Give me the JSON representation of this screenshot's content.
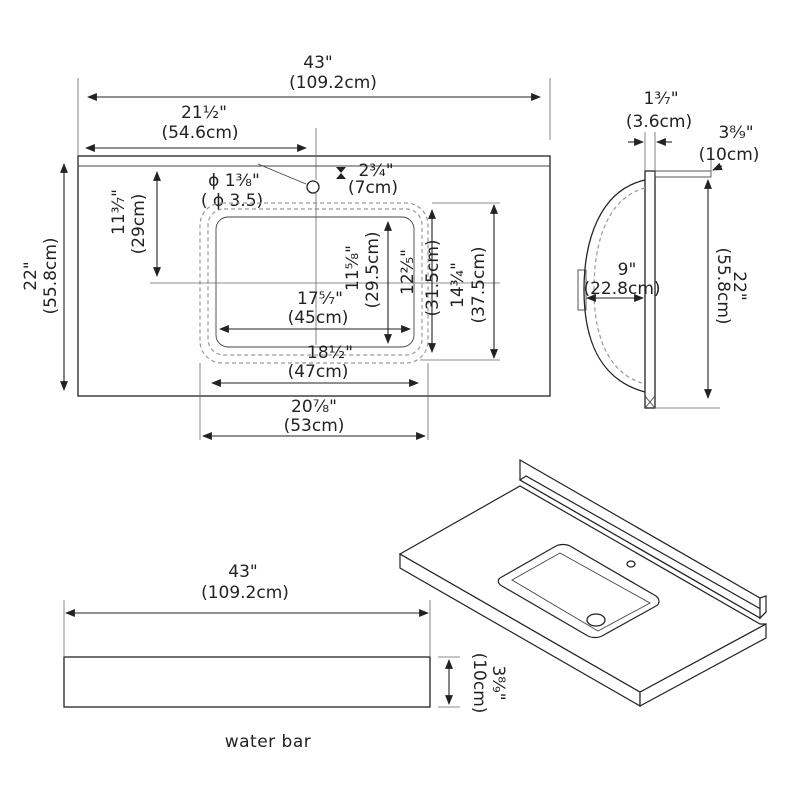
{
  "top_view": {
    "overall_width": {
      "imperial": "43\"",
      "metric": "(109.2cm)"
    },
    "faucet_offset": {
      "imperial": "21½\"",
      "metric": "(54.6cm)"
    },
    "faucet_hole": {
      "imperial": "ϕ 1⅜\"",
      "metric": "( ϕ 3.5)"
    },
    "hole_to_sink": {
      "imperial": "2¾\"",
      "metric": "(7cm)"
    },
    "depth": {
      "imperial": "22\"",
      "metric": "(55.8cm)"
    },
    "front_to_sink": {
      "imperial": "11³⁄₇\"",
      "metric": "(29cm)"
    },
    "bowl_inner_depth": {
      "imperial": "11⅝\"",
      "metric": "(29.5cm)"
    },
    "bowl_mid_depth": {
      "imperial": "12²⁄₅\"",
      "metric": "(31.5cm)"
    },
    "bowl_outer_depth": {
      "imperial": "14¾\"",
      "metric": "(37.5cm)"
    },
    "bowl_inner_width": {
      "imperial": "17⁵⁄₇\"",
      "metric": "(45cm)"
    },
    "bowl_mid_width": {
      "imperial": "18½\"",
      "metric": "(47cm)"
    },
    "bowl_outer_width": {
      "imperial": "20⅞\"",
      "metric": "(53cm)"
    }
  },
  "side_view": {
    "thickness": {
      "imperial": "1³⁄₇\"",
      "metric": "(3.6cm)"
    },
    "backsplash": {
      "imperial": "3⁸⁄₉\"",
      "metric": "(10cm)"
    },
    "bowl_depth": {
      "imperial": "9\"",
      "metric": "(22.8cm)"
    },
    "depth": {
      "imperial": "22\"",
      "metric": "(55.8cm)"
    }
  },
  "water_bar": {
    "caption": "water bar",
    "width": {
      "imperial": "43\"",
      "metric": "(109.2cm)"
    },
    "height": {
      "imperial": "3⁸⁄₉\"",
      "metric": "(10cm)"
    }
  }
}
